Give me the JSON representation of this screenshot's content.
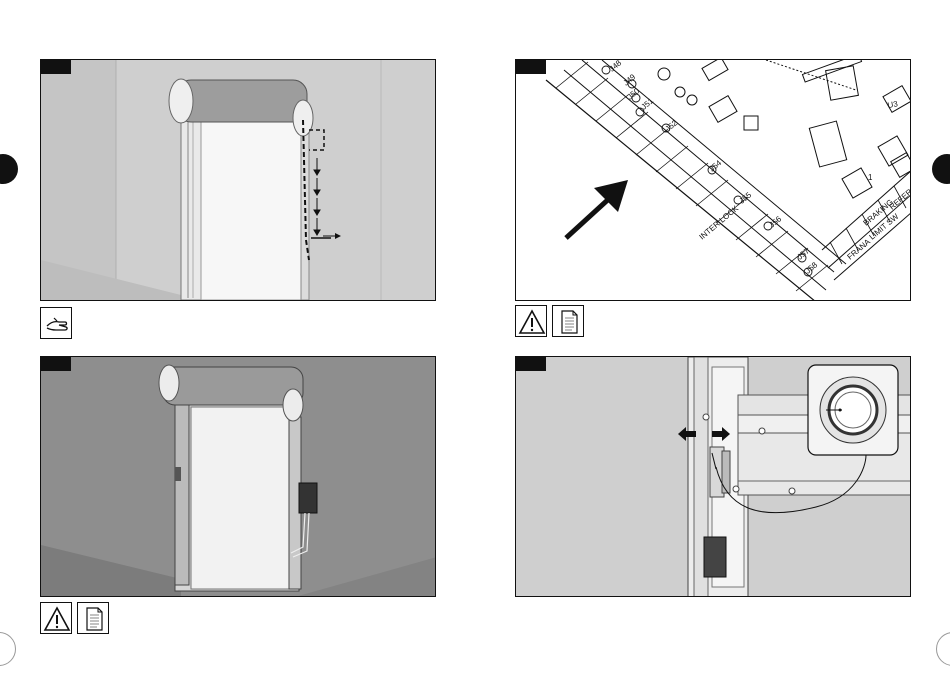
{
  "pages": {
    "left": {
      "name": "left-page"
    },
    "right": {
      "name": "right-page"
    }
  },
  "panels": [
    {
      "id": "door-roll-measure",
      "icons": [
        "hand-touch-icon"
      ]
    },
    {
      "id": "control-board-terminals",
      "icons": [
        "warning-icon",
        "document-icon"
      ]
    },
    {
      "id": "door-with-control-box",
      "icons": [
        "warning-icon",
        "document-icon"
      ]
    },
    {
      "id": "side-frame-sensor-detail",
      "icons": []
    }
  ],
  "board_labels": {
    "inter_lock": "INTER LOCK",
    "braking": "BRAKING",
    "frana": "FRANA",
    "limit_sw": "LIMIT SW",
    "refer": "REFER",
    "u3": "U3",
    "i1": "1",
    "j48": "J48",
    "j49": "J49",
    "j50": "J50",
    "j51": "J51",
    "j52": "J52",
    "j54": "J54",
    "j55": "J55",
    "j56": "J56",
    "j57": "J57",
    "j58": "J58"
  },
  "colors": {
    "panel_bg": "#cfcfcf",
    "panel_bg_dark": "#8e8e8e",
    "line": "#111111",
    "tab": "#111111"
  }
}
